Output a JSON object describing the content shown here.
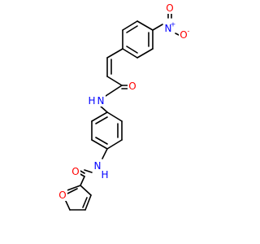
{
  "molecule": {
    "atoms": {
      "nitro_n": {
        "symbol": "N",
        "charge": "+",
        "color": "#0000ff"
      },
      "nitro_o_top": {
        "symbol": "O",
        "color": "#ff0000"
      },
      "nitro_o_right": {
        "symbol": "O",
        "charge": "-",
        "color": "#ff0000"
      },
      "amide1_o": {
        "symbol": "O",
        "color": "#ff0000"
      },
      "amide1_n": {
        "symbol": "N",
        "color": "#0000ff"
      },
      "amide1_h": {
        "symbol": "H",
        "color": "#0000ff"
      },
      "amide2_o": {
        "symbol": "O",
        "color": "#ff0000"
      },
      "amide2_n": {
        "symbol": "N",
        "color": "#0000ff"
      },
      "amide2_h": {
        "symbol": "H",
        "color": "#0000ff"
      },
      "furan_o": {
        "symbol": "O",
        "color": "#ff0000"
      }
    },
    "bond_color": "#000000"
  }
}
